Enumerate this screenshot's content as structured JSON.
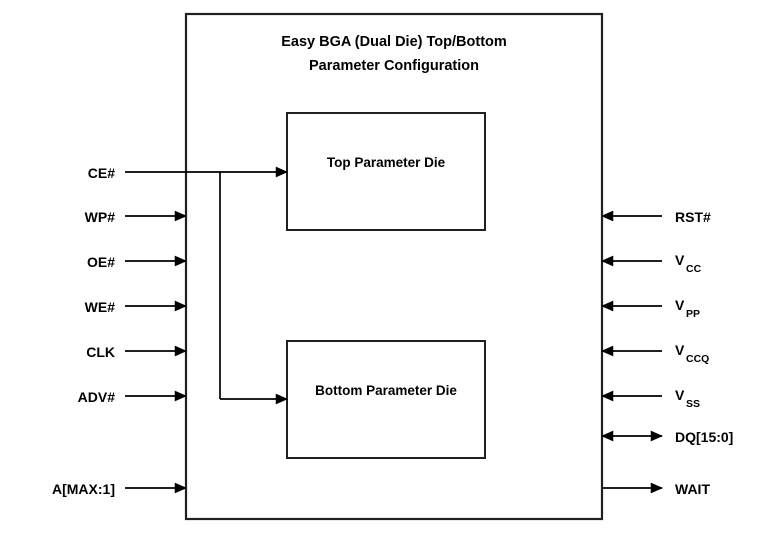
{
  "diagram": {
    "title_line1": "Easy BGA (Dual Die) Top/Bottom",
    "title_line2": "Parameter Configuration",
    "package_outline_name": "easy-bga-package",
    "colors": {
      "outline": "#231f20",
      "line": "#000000",
      "background": "#ffffff"
    },
    "dies": [
      {
        "id": "top-die",
        "label": "Top Parameter Die"
      },
      {
        "id": "bottom-die",
        "label": "Bottom Parameter Die"
      }
    ],
    "left_pins": [
      {
        "name": "CE#",
        "base": "CE#",
        "sub": "",
        "direction": "in",
        "branched": true
      },
      {
        "name": "WP#",
        "base": "WP#",
        "sub": "",
        "direction": "in",
        "branched": false
      },
      {
        "name": "OE#",
        "base": "OE#",
        "sub": "",
        "direction": "in",
        "branched": false
      },
      {
        "name": "WE#",
        "base": "WE#",
        "sub": "",
        "direction": "in",
        "branched": false
      },
      {
        "name": "CLK",
        "base": "CLK",
        "sub": "",
        "direction": "in",
        "branched": false
      },
      {
        "name": "ADV#",
        "base": "ADV#",
        "sub": "",
        "direction": "in",
        "branched": false
      },
      {
        "name": "A[MAX:1]",
        "base": "A[MAX:1]",
        "sub": "",
        "direction": "in",
        "branched": false
      }
    ],
    "right_pins": [
      {
        "name": "RST#",
        "base": "RST#",
        "sub": "",
        "direction": "in"
      },
      {
        "name": "VCC",
        "base": "V",
        "sub": "CC",
        "direction": "in"
      },
      {
        "name": "VPP",
        "base": "V",
        "sub": "PP",
        "direction": "in"
      },
      {
        "name": "VCCQ",
        "base": "V",
        "sub": "CCQ",
        "direction": "in"
      },
      {
        "name": "VSS",
        "base": "V",
        "sub": "SS",
        "direction": "in"
      },
      {
        "name": "DQ[15:0]",
        "base": "DQ[15:0]",
        "sub": "",
        "direction": "bidirectional"
      },
      {
        "name": "WAIT",
        "base": "WAIT",
        "sub": "",
        "direction": "out"
      }
    ]
  }
}
